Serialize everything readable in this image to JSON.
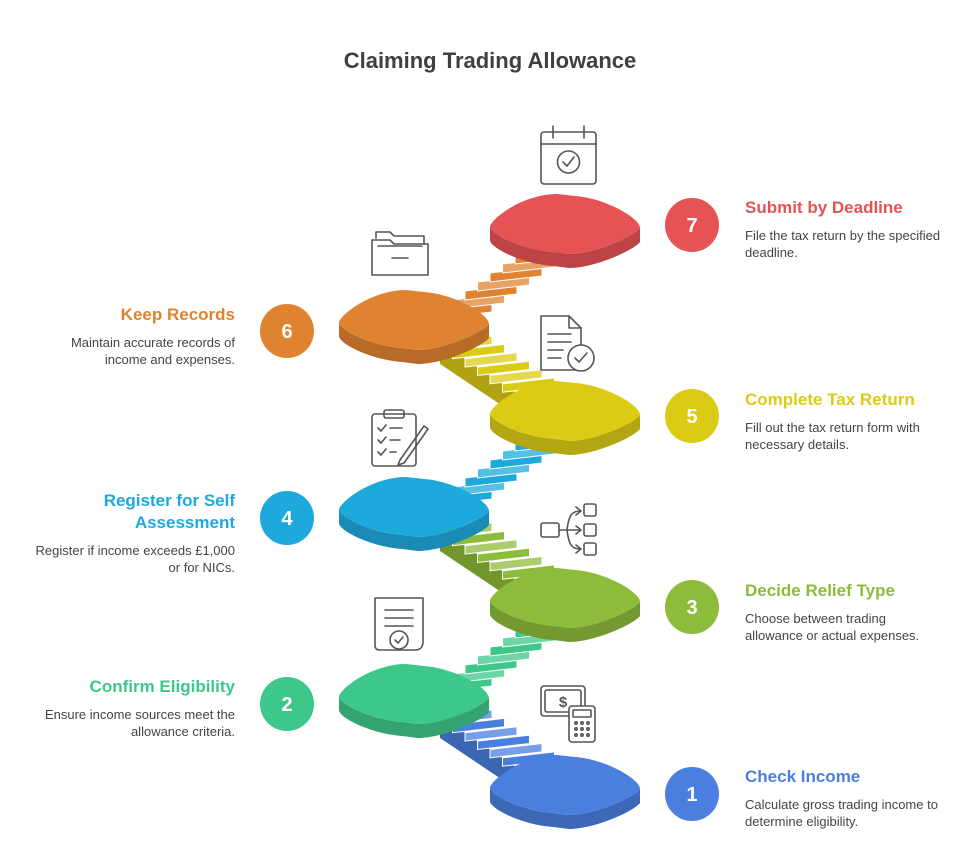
{
  "title": "Claiming Trading Allowance",
  "steps": [
    {
      "number": "1",
      "title": "Check Income",
      "description": "Calculate gross trading income to determine eligibility.",
      "color": "#4a7fe0",
      "icon": "cash-calculator-icon"
    },
    {
      "number": "2",
      "title": "Confirm Eligibility",
      "description": "Ensure income sources meet the allowance criteria.",
      "color": "#3dc78a",
      "icon": "certificate-icon"
    },
    {
      "number": "3",
      "title": "Decide Relief Type",
      "description": "Choose between trading allowance or actual expenses.",
      "color": "#8dbb3a",
      "icon": "branching-options-icon"
    },
    {
      "number": "4",
      "title": "Register for Self Assessment",
      "description": "Register if income exceeds £1,000 or for NICs.",
      "color": "#1ea9dc",
      "icon": "clipboard-checklist-icon"
    },
    {
      "number": "5",
      "title": "Complete Tax Return",
      "description": "Fill out the tax return form with necessary details.",
      "color": "#dccb14",
      "icon": "document-check-icon"
    },
    {
      "number": "6",
      "title": "Keep Records",
      "description": "Maintain accurate records of income and expenses.",
      "color": "#e08331",
      "icon": "file-folder-icon"
    },
    {
      "number": "7",
      "title": "Submit by Deadline",
      "description": "File the tax return by the specified deadline.",
      "color": "#e55355",
      "icon": "calendar-check-icon"
    }
  ]
}
